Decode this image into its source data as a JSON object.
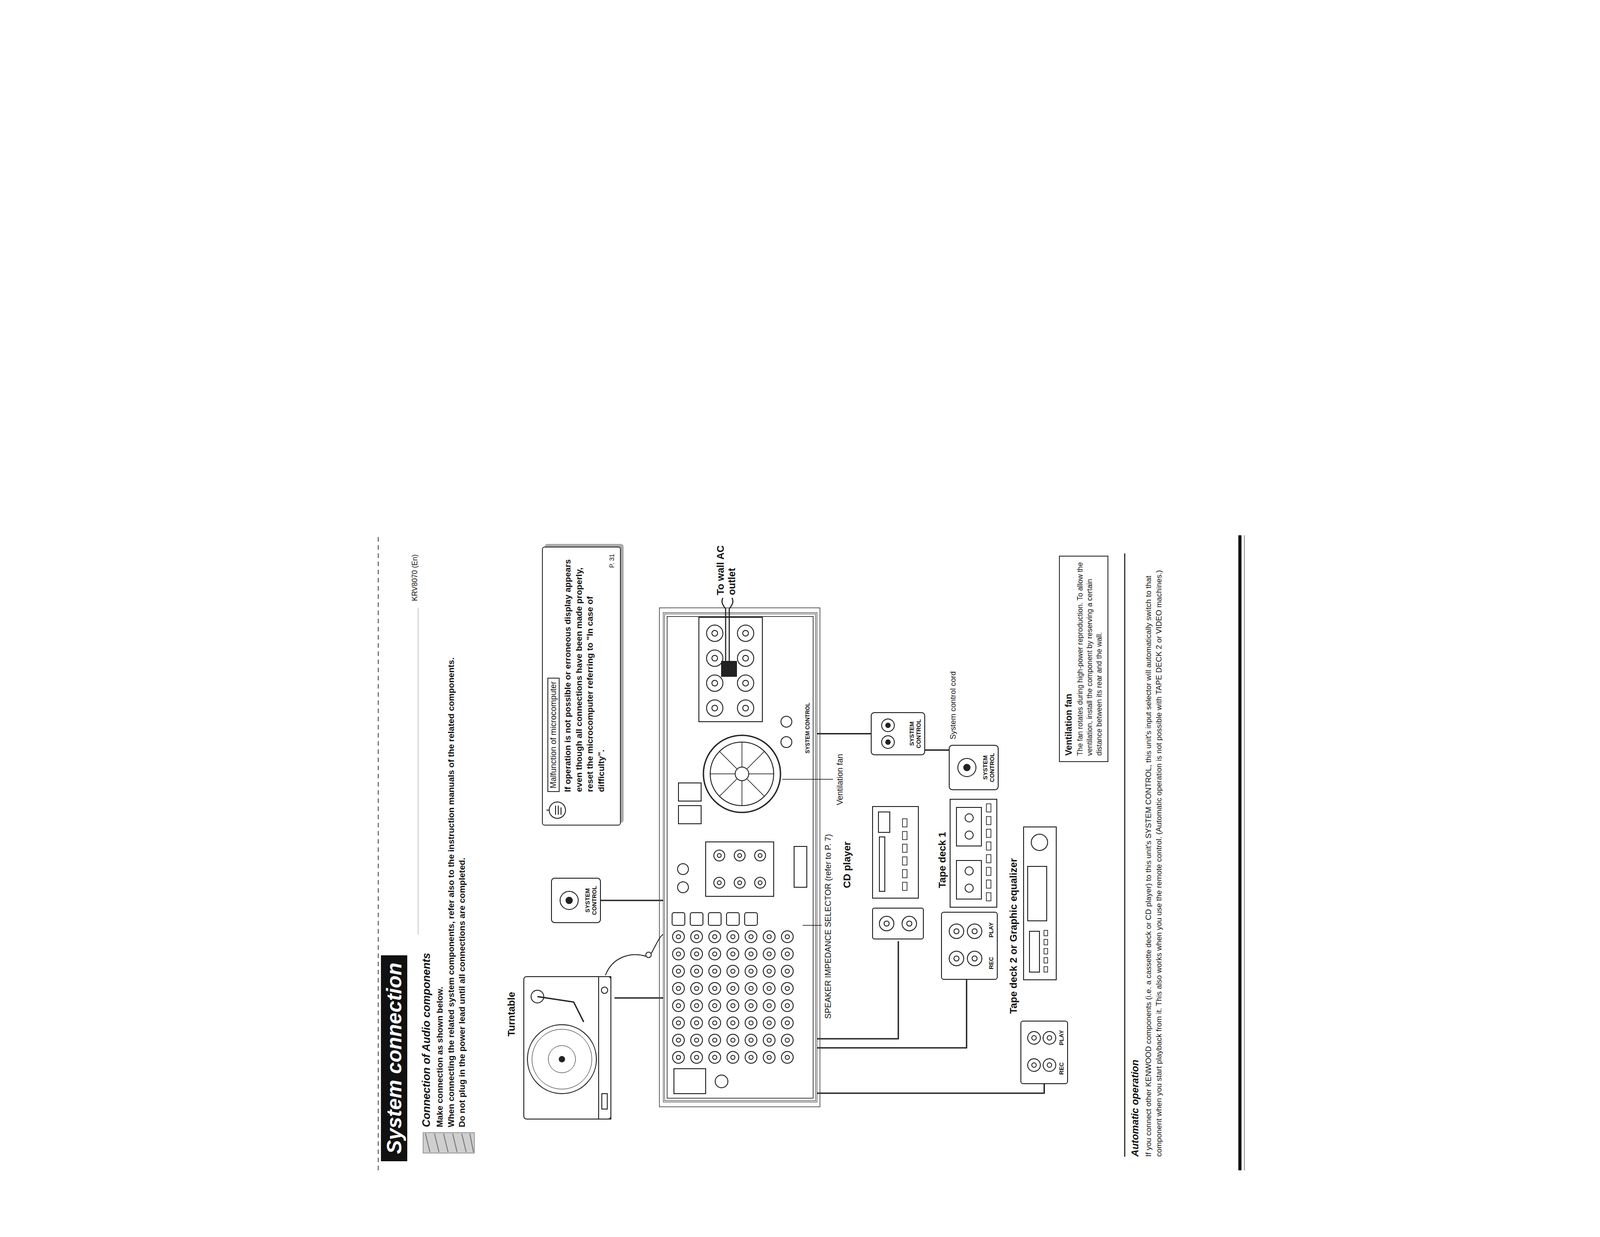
{
  "diagram": {
    "title": "System connection",
    "nodes": [
      {
        "text": [
          "Turntable"
        ]
      },
      {
        "text": [
          "SYSTEM CONTROL"
        ]
      },
      {
        "text": [
          "Malfunction of microcomputer",
          "If operation is not possible or erroneous display appears even though all connections have been made properly, reset the microcomputer referring to \"In case of difficulty\".",
          "P. 31"
        ]
      },
      {
        "text": [
          "SYSTEM CONTROL"
        ]
      },
      {
        "text": [
          "CD player"
        ]
      },
      {
        "text": [
          "SYSTEM CONTROL"
        ]
      },
      {
        "text": [
          "Tape deck 1"
        ]
      },
      {
        "text": [
          "REC",
          "PLAY"
        ]
      },
      {
        "text": [
          "SYSTEM CONTROL"
        ]
      },
      {
        "text": [
          "Tape deck 2 or Graphic equalizer"
        ]
      },
      {
        "text": [
          "REC",
          "PLAY"
        ]
      },
      {
        "text": [
          "Ventilation fan",
          "The fan rotates during high-power reproduction. To allow the ventilation, install the component by reserving a certain distance between its rear and the wall."
        ]
      }
    ],
    "edges": [
      {
        "from": 0,
        "to": 3,
        "arrow": "none"
      },
      {
        "from": 1,
        "to": 3,
        "arrow": "none"
      },
      {
        "from": 3,
        "to": 5,
        "arrow": "none"
      },
      {
        "from": 5,
        "to": 8,
        "arrow": "none"
      },
      {
        "from": 4,
        "to": 3,
        "arrow": "none"
      },
      {
        "from": 7,
        "to": 3,
        "arrow": "none"
      },
      {
        "from": 10,
        "to": 3,
        "arrow": "none"
      }
    ],
    "labels": [
      "KRV8070 (En)",
      "Connection of Audio components",
      "Make connection as shown below.",
      "When connecting the related system components, refer also to the instruction manuals of the related components.",
      "Do not plug in the power lead until all connections are completed.",
      "To wall AC outlet",
      "Ventilation fan",
      "SPEAKER IMPEDANCE SELECTOR (refer to P. 7)",
      "System control cord",
      "Automatic operation",
      "If you connect other KENWOOD components (i.e. a cassette deck or CD player) to this unit's SYSTEM CONTROL, this unit's input selector will automatically switch to that component when you start playback from it. This also works when you use the remote control. (Automatic operation is not possible with TAPE DECK 2 or VIDEO machines.)"
    ]
  }
}
